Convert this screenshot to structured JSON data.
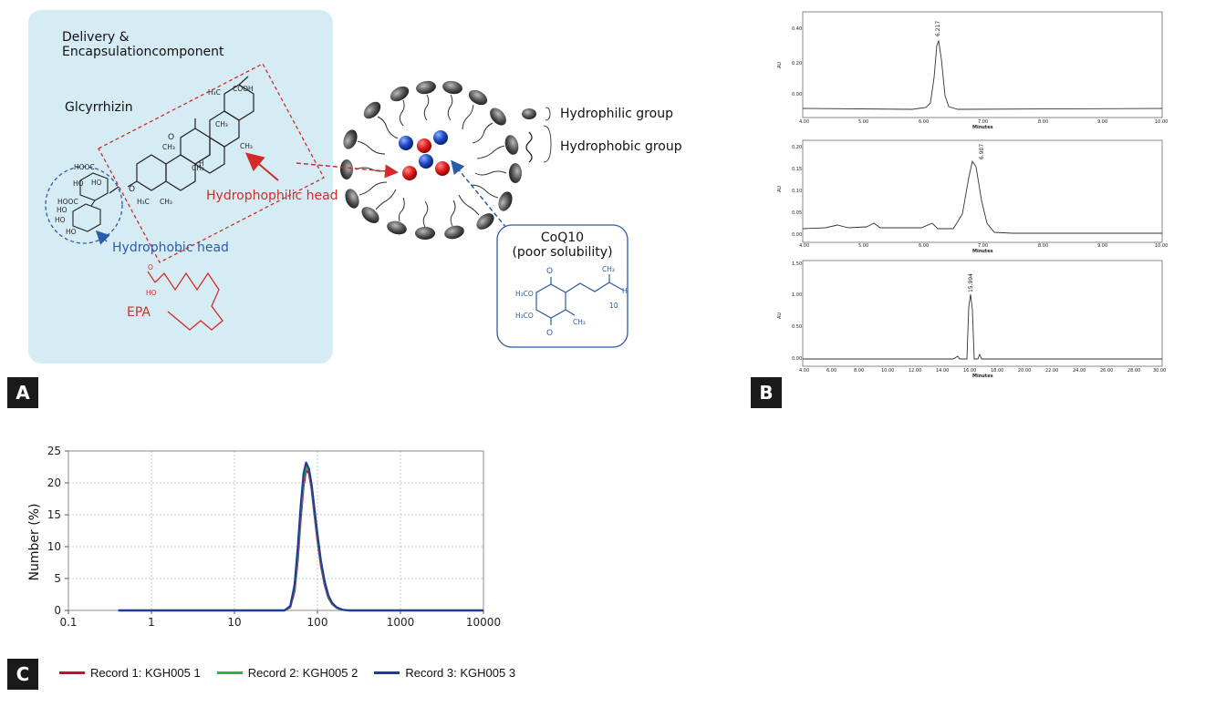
{
  "panel_a": {
    "badge": "A",
    "title_line1": "Delivery &",
    "title_line2": "Encapsulationcomponent",
    "glycyrrhizin_label": "Glcyrrhizin",
    "hydrophilic_head_label": "Hydrophophilic head",
    "hydrophobic_head_label": "Hydrophobic head",
    "epa_label": "EPA",
    "legend_hydrophilic": "Hydrophilic group",
    "legend_hydrophobic": "Hydrophobic group",
    "coq10_line1": "CoQ10",
    "coq10_line2": "(poor solubility)",
    "chem_labels": {
      "cooh_top": "COOH",
      "h3c_top": "H₃C",
      "ch3_a": "CH₃",
      "ch3_b": "CH₃",
      "ch3_c": "CH₃",
      "ch3_d": "CH₃",
      "h3c_bot": "H₃C",
      "ch3_bot": "CH₃",
      "h": "H",
      "o": "O",
      "ho1": "HO",
      "ho2": "HO",
      "hooc1": "HOOC",
      "hooc2": "HOOC",
      "ho3": "HO",
      "ho4": "HO",
      "ho5": "HO",
      "ho_epa": "HO",
      "o_epa": "O"
    },
    "coq10_chem": {
      "h3co1": "H₃CO",
      "h3co2": "H₃CO",
      "ch3_side": "CH₃",
      "ch3_tail": "CH₃",
      "h": "H",
      "n": "10"
    },
    "colors": {
      "panel_bg": "#d6ecf5",
      "red": "#d42a2a",
      "blue": "#2b5ca8"
    }
  },
  "panel_b": {
    "badge": "B",
    "y_label": "AU",
    "x_label": "Minutes",
    "chromatograms": [
      {
        "peak_label": "6.217",
        "yticks": [
          "0.40",
          "0.20",
          "0.00"
        ],
        "xticks": [
          "4.00",
          "5.00",
          "6.00",
          "7.00",
          "8.00",
          "9.00",
          "10.00"
        ]
      },
      {
        "peak_label": "6.907",
        "yticks": [
          "0.20",
          "0.15",
          "0.10",
          "0.05",
          "0.00"
        ],
        "xticks": [
          "4.00",
          "5.00",
          "6.00",
          "7.00",
          "8.00",
          "9.00",
          "10.00"
        ]
      },
      {
        "peak_label": "15.994",
        "yticks": [
          "1.50",
          "1.00",
          "0.50",
          "0.00"
        ],
        "xticks": [
          "4.00",
          "6.00",
          "8.00",
          "10.00",
          "12.00",
          "14.00",
          "16.00",
          "18.00",
          "20.00",
          "22.00",
          "24.00",
          "26.00",
          "28.00",
          "30.00"
        ]
      }
    ]
  },
  "panel_c": {
    "badge": "C",
    "ylabel": "Number (%)"
  },
  "chart_data": [
    {
      "type": "line",
      "title": "",
      "xlabel": "",
      "ylabel": "Number (%)",
      "xscale": "log",
      "xlim": [
        0.1,
        10000
      ],
      "ylim": [
        0,
        25
      ],
      "xticks": [
        "0.1",
        "1",
        "10",
        "100",
        "1000",
        "10000"
      ],
      "yticks": [
        "0",
        "5",
        "10",
        "15",
        "20",
        "25"
      ],
      "grid": true,
      "legend_position": "bottom",
      "series": [
        {
          "name": "Record 1: KGH005 1",
          "color": "#c8102e",
          "x": [
            0.4,
            40,
            47,
            53,
            58,
            63,
            68,
            73,
            79,
            85,
            92,
            100,
            110,
            122,
            135,
            150,
            170,
            200,
            240,
            10000
          ],
          "y": [
            0,
            0,
            0.5,
            3,
            8,
            14.5,
            19.5,
            22,
            21.5,
            19,
            15,
            11,
            7,
            4,
            2,
            1,
            0.4,
            0.1,
            0,
            0
          ]
        },
        {
          "name": "Record 2: KGH005 2",
          "color": "#2db24a",
          "x": [
            0.4,
            40,
            47,
            53,
            58,
            63,
            68,
            73,
            79,
            85,
            92,
            100,
            110,
            122,
            135,
            150,
            170,
            200,
            240,
            10000
          ],
          "y": [
            0,
            0,
            0.6,
            3.5,
            9,
            15.5,
            20.5,
            22.6,
            22,
            19.5,
            15.5,
            11.5,
            7.4,
            4.3,
            2.2,
            1.1,
            0.4,
            0.1,
            0,
            0
          ]
        },
        {
          "name": "Record 3: KGH005 3",
          "color": "#1f3c9c",
          "x": [
            0.4,
            40,
            47,
            53,
            58,
            63,
            68,
            73,
            79,
            85,
            92,
            100,
            110,
            122,
            135,
            150,
            170,
            200,
            240,
            10000
          ],
          "y": [
            0,
            0,
            0.7,
            4,
            10,
            16.5,
            21.5,
            23.2,
            22.2,
            19.8,
            16,
            12,
            7.8,
            4.6,
            2.4,
            1.2,
            0.5,
            0.1,
            0,
            0
          ]
        }
      ]
    }
  ]
}
